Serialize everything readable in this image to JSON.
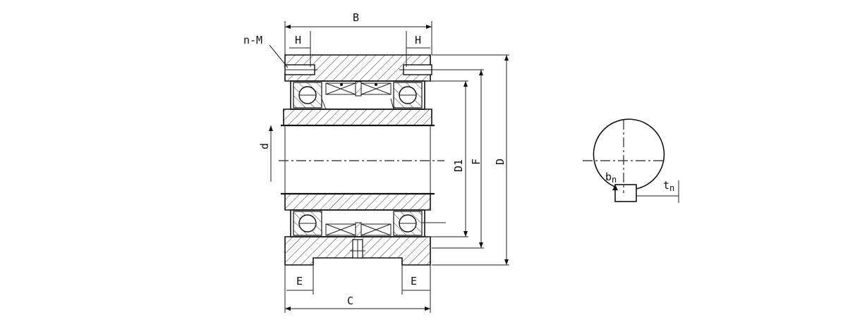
{
  "labels": {
    "B": "B",
    "H_left": "H",
    "H_right": "H",
    "nM": "n-M",
    "d": "d",
    "D1": "D1",
    "F": "F",
    "D": "D",
    "E_left": "E",
    "E_right": "E",
    "C": "C",
    "bn_base": "b",
    "bn_sub": "n",
    "tn_base": "t",
    "tn_sub": "n"
  },
  "colors": {
    "line": "#111111",
    "background": "#ffffff"
  }
}
